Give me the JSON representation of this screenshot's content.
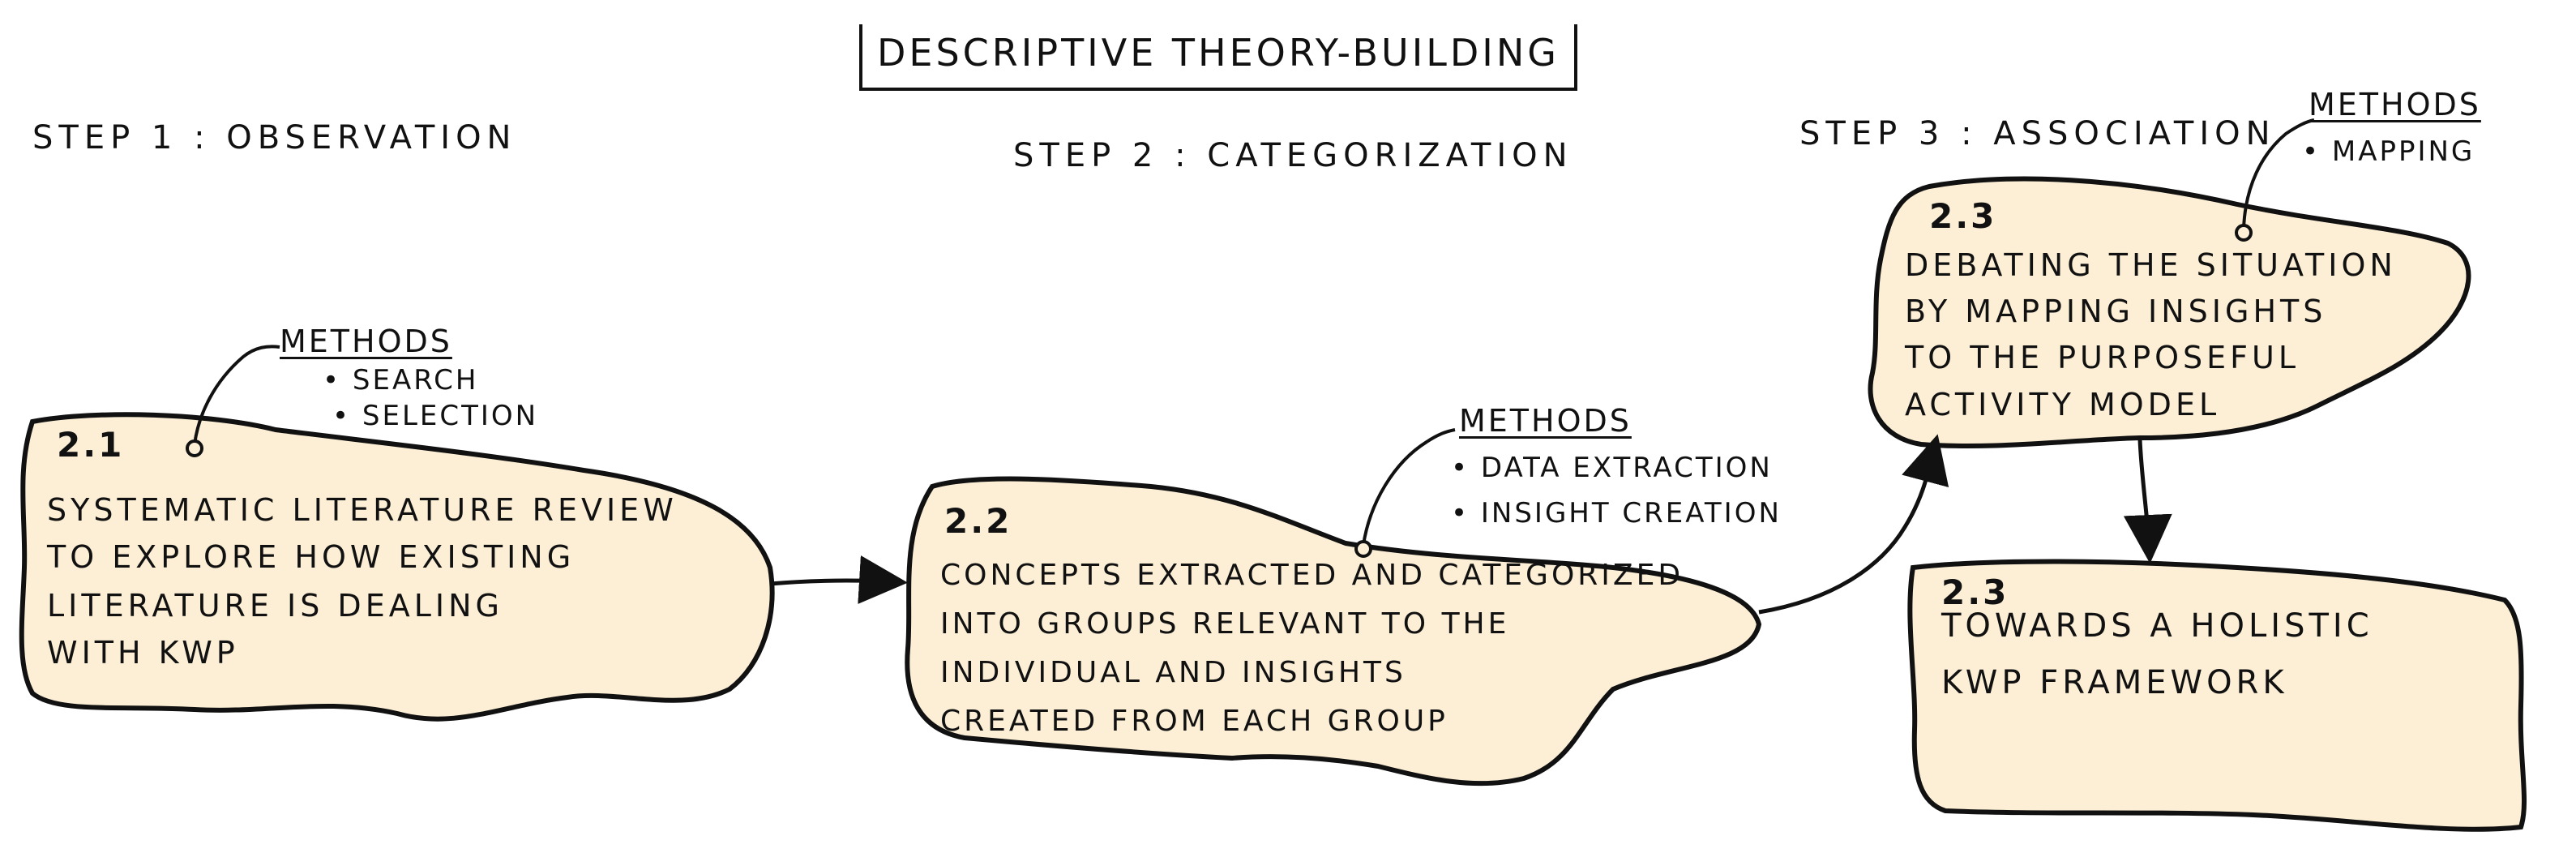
{
  "diagram": {
    "title": "Descriptive theory-building",
    "steps": [
      {
        "label": "Step 1 : Observation"
      },
      {
        "label": "Step 2 : Categorization"
      },
      {
        "label": "Step 3 : Association"
      }
    ],
    "nodes": [
      {
        "id": "2.1",
        "lines": [
          "Systematic literature review",
          "to explore how existing",
          "literature is dealing",
          "with KWP"
        ],
        "methods": {
          "title": "Methods",
          "items": [
            "Search",
            "Selection"
          ]
        }
      },
      {
        "id": "2.2",
        "lines": [
          "Concepts extracted and categorized",
          "into groups relevant to the",
          "individual and insights",
          "created from each group"
        ],
        "methods": {
          "title": "Methods",
          "items": [
            "Data extraction",
            "Insight creation"
          ]
        }
      },
      {
        "id": "2.3",
        "lines": [
          "Debating the situation",
          "by mapping insights",
          "to the purposeful",
          "activity model"
        ],
        "methods": {
          "title": "Methods",
          "items": [
            "Mapping"
          ]
        }
      },
      {
        "id": "2.3",
        "lines": [
          "Towards a holistic",
          "KWP framework"
        ]
      }
    ],
    "colors": {
      "fill": "#fcefd6",
      "stroke": "#111111"
    }
  }
}
